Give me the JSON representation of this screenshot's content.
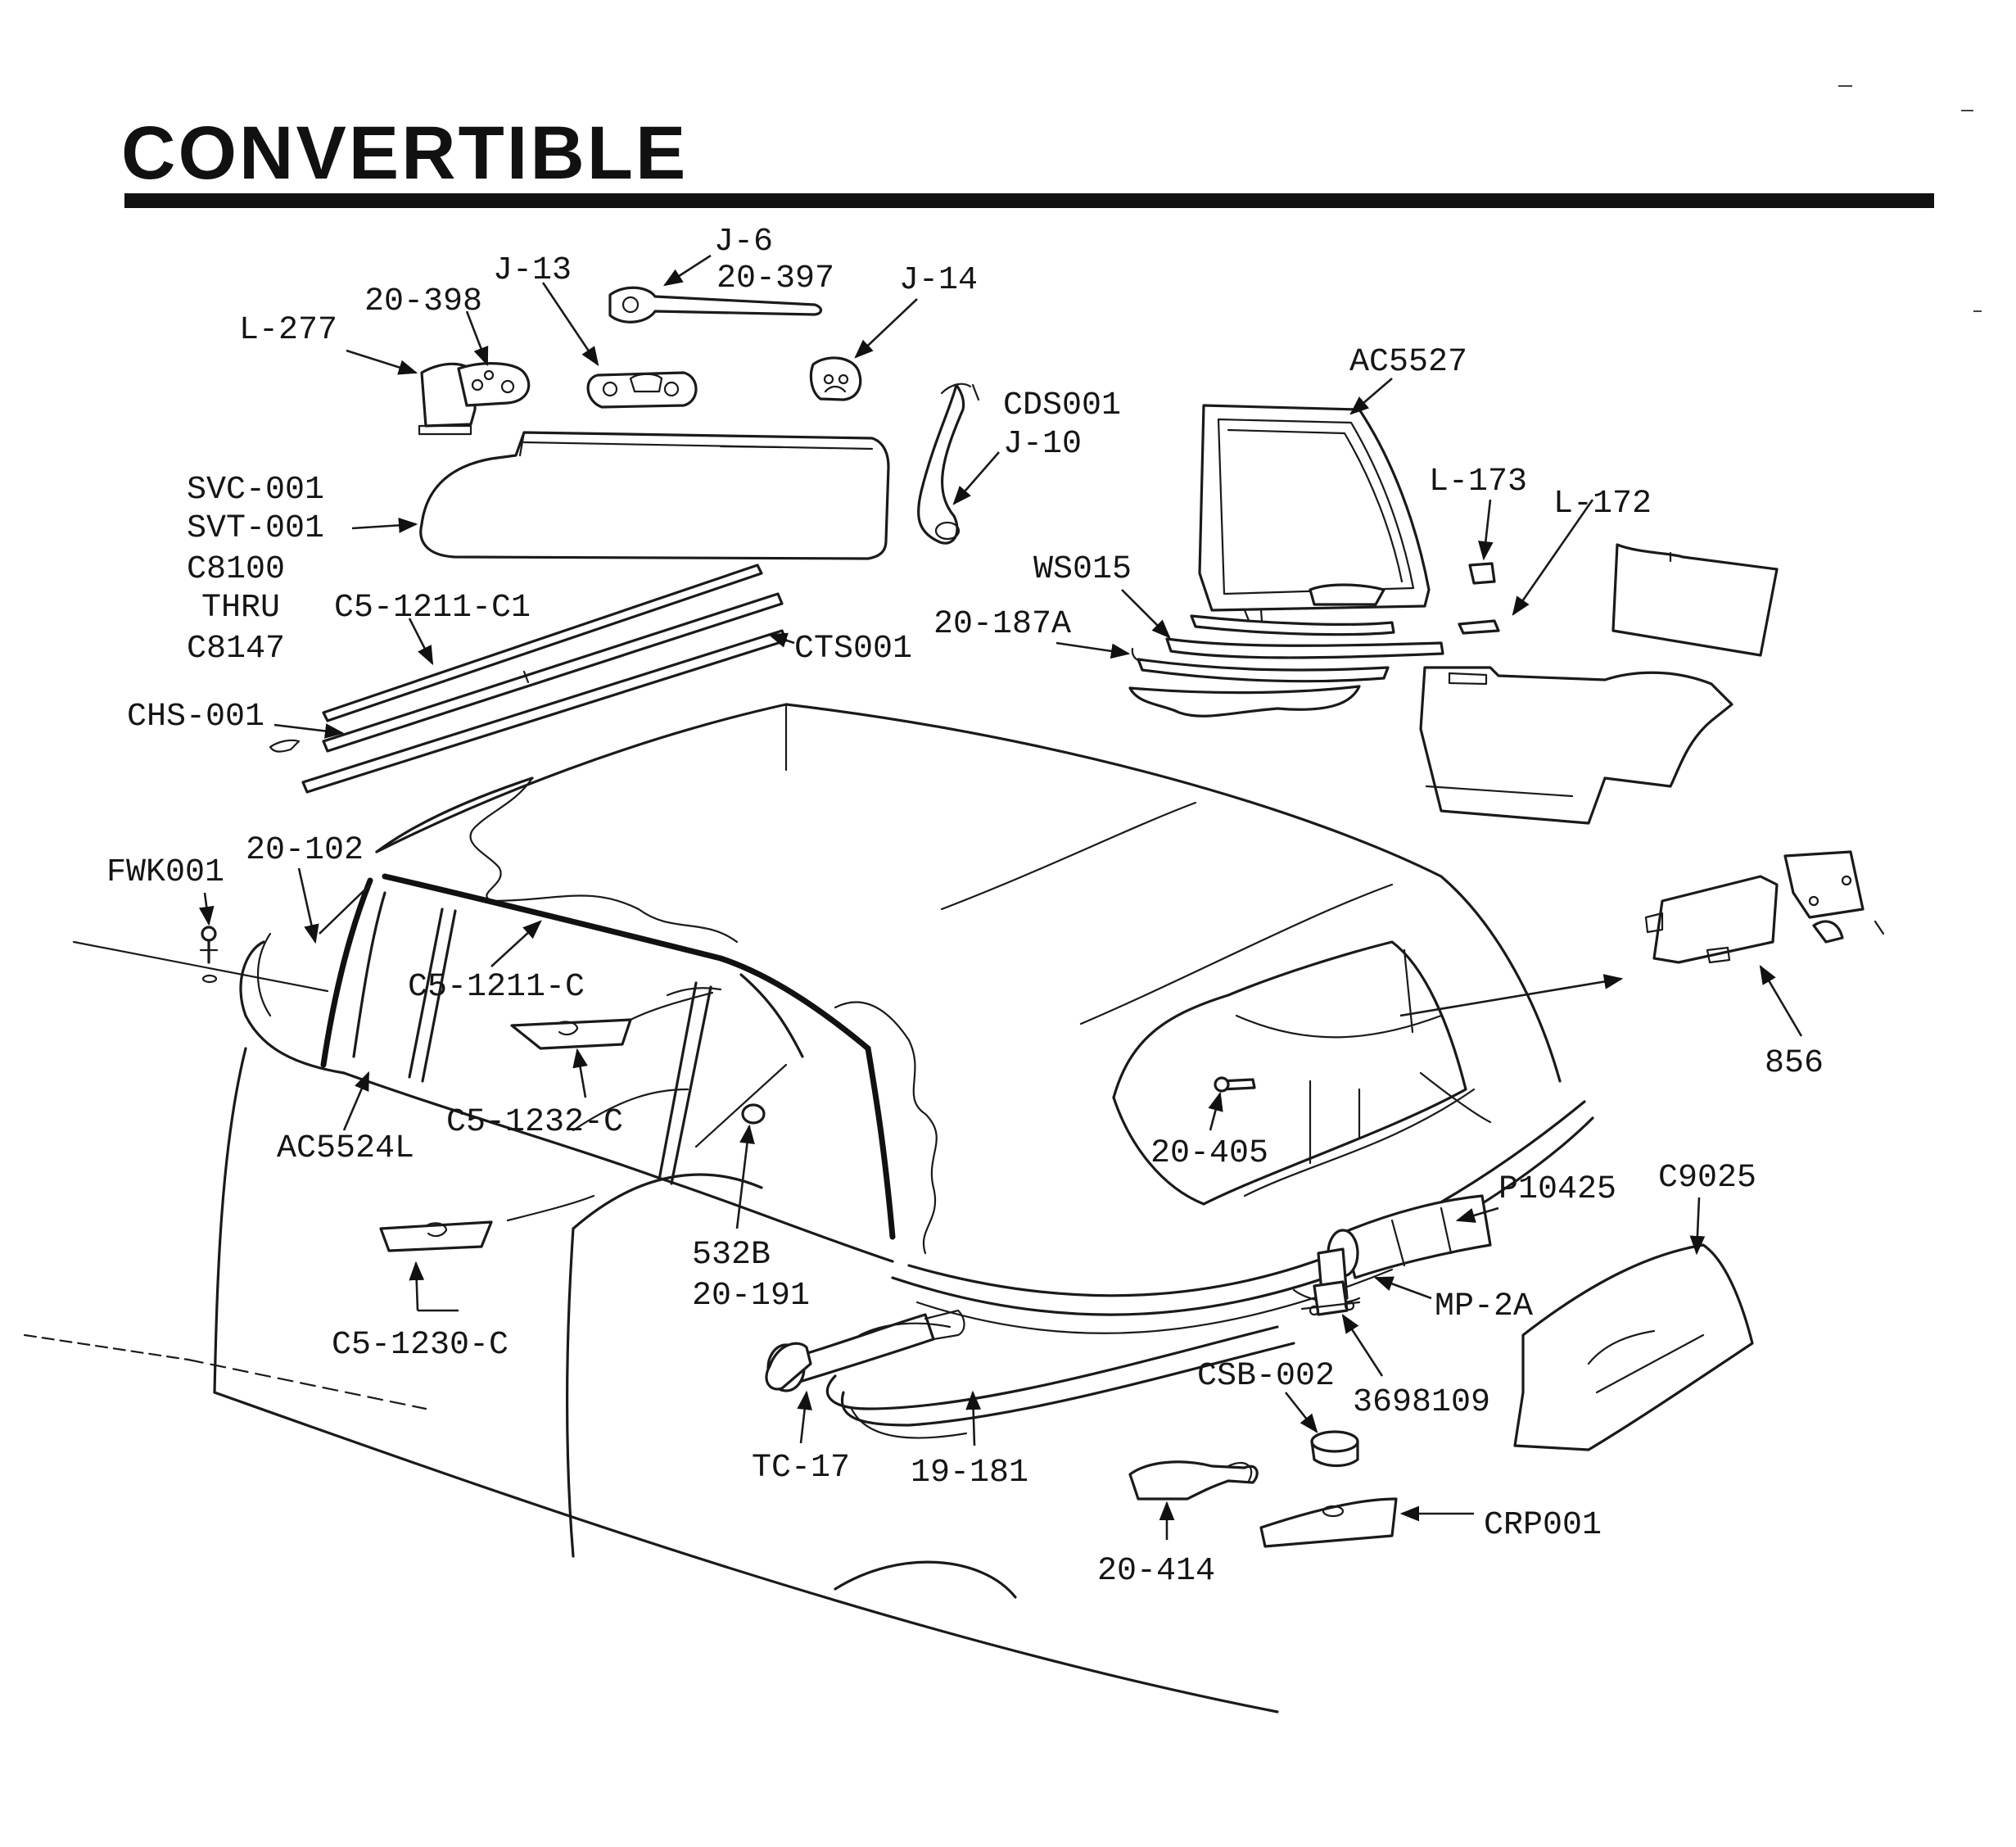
{
  "title": "CONVERTIBLE",
  "labels": {
    "l277": "L-277",
    "p20398": "20-398",
    "j13": "J-13",
    "j6": "J-6",
    "p20397": "20-397",
    "j14": "J-14",
    "cds001": "CDS001",
    "j10": "J-10",
    "ac5527": "AC5527",
    "l173": "L-173",
    "l172": "L-172",
    "svc001": "SVC-001",
    "svt001": "SVT-001",
    "c8100": "C8100",
    "thru": "THRU",
    "c8147": "C8147",
    "c51211c1": "C5-1211-C1",
    "cts001": "CTS001",
    "ws015": "WS015",
    "p20187a": "20-187A",
    "chs001": "CHS-001",
    "p20102": "20-102",
    "fwk001": "FWK001",
    "c51211c": "C5-1211-C",
    "c51232c": "C5-1232-C",
    "ac5524l": "AC5524L",
    "p856": "856",
    "p20405": "20-405",
    "p10425": "P10425",
    "c9025": "C9025",
    "p532b": "532B",
    "p20191": "20-191",
    "mp2a": "MP-2A",
    "c51230c": "C5-1230-C",
    "csb002": "CSB-002",
    "p3698109": "3698109",
    "tc17": "TC-17",
    "p19181": "19-181",
    "crp001": "CRP001",
    "p20414": "20-414"
  }
}
